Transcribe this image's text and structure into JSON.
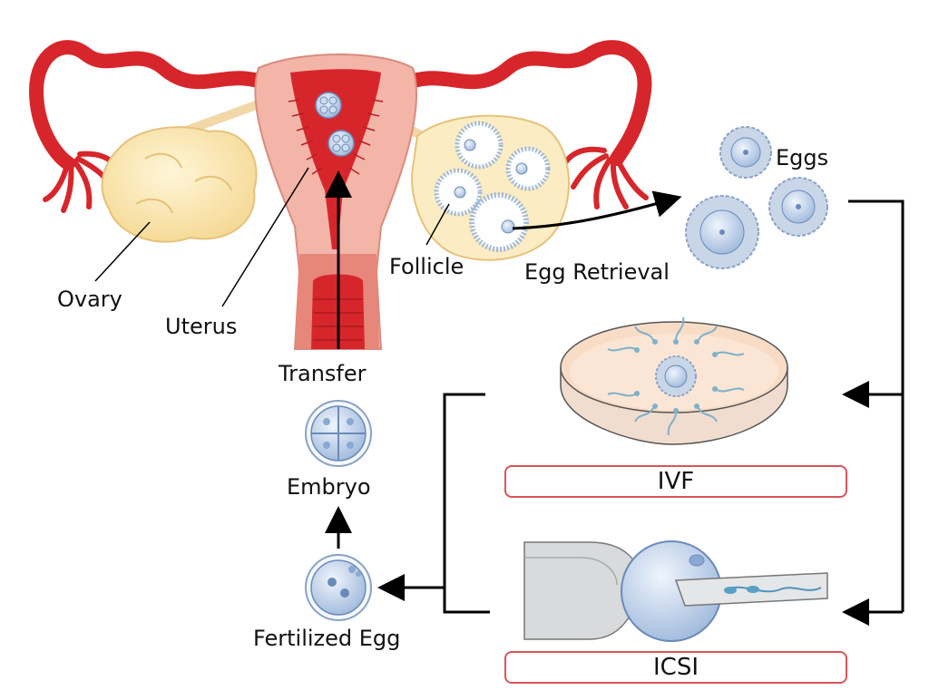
{
  "labels": {
    "ovary": "Ovary",
    "uterus": "Uterus",
    "follicle": "Follicle",
    "egg_retrieval": "Egg Retrieval",
    "eggs": "Eggs",
    "transfer": "Transfer",
    "embryo": "Embryo",
    "fertilized_egg": "Fertilized Egg",
    "ivf": "IVF",
    "icsi": "ICSI"
  },
  "colors": {
    "uterus_red": "#d7262b",
    "uterus_pink": "#f2b5a8",
    "ovary_yellow": "#fbe7b1",
    "cell_blue": "#a9c3e3",
    "dish_peach": "#f8dcc6",
    "box_border": "#d9545a"
  }
}
